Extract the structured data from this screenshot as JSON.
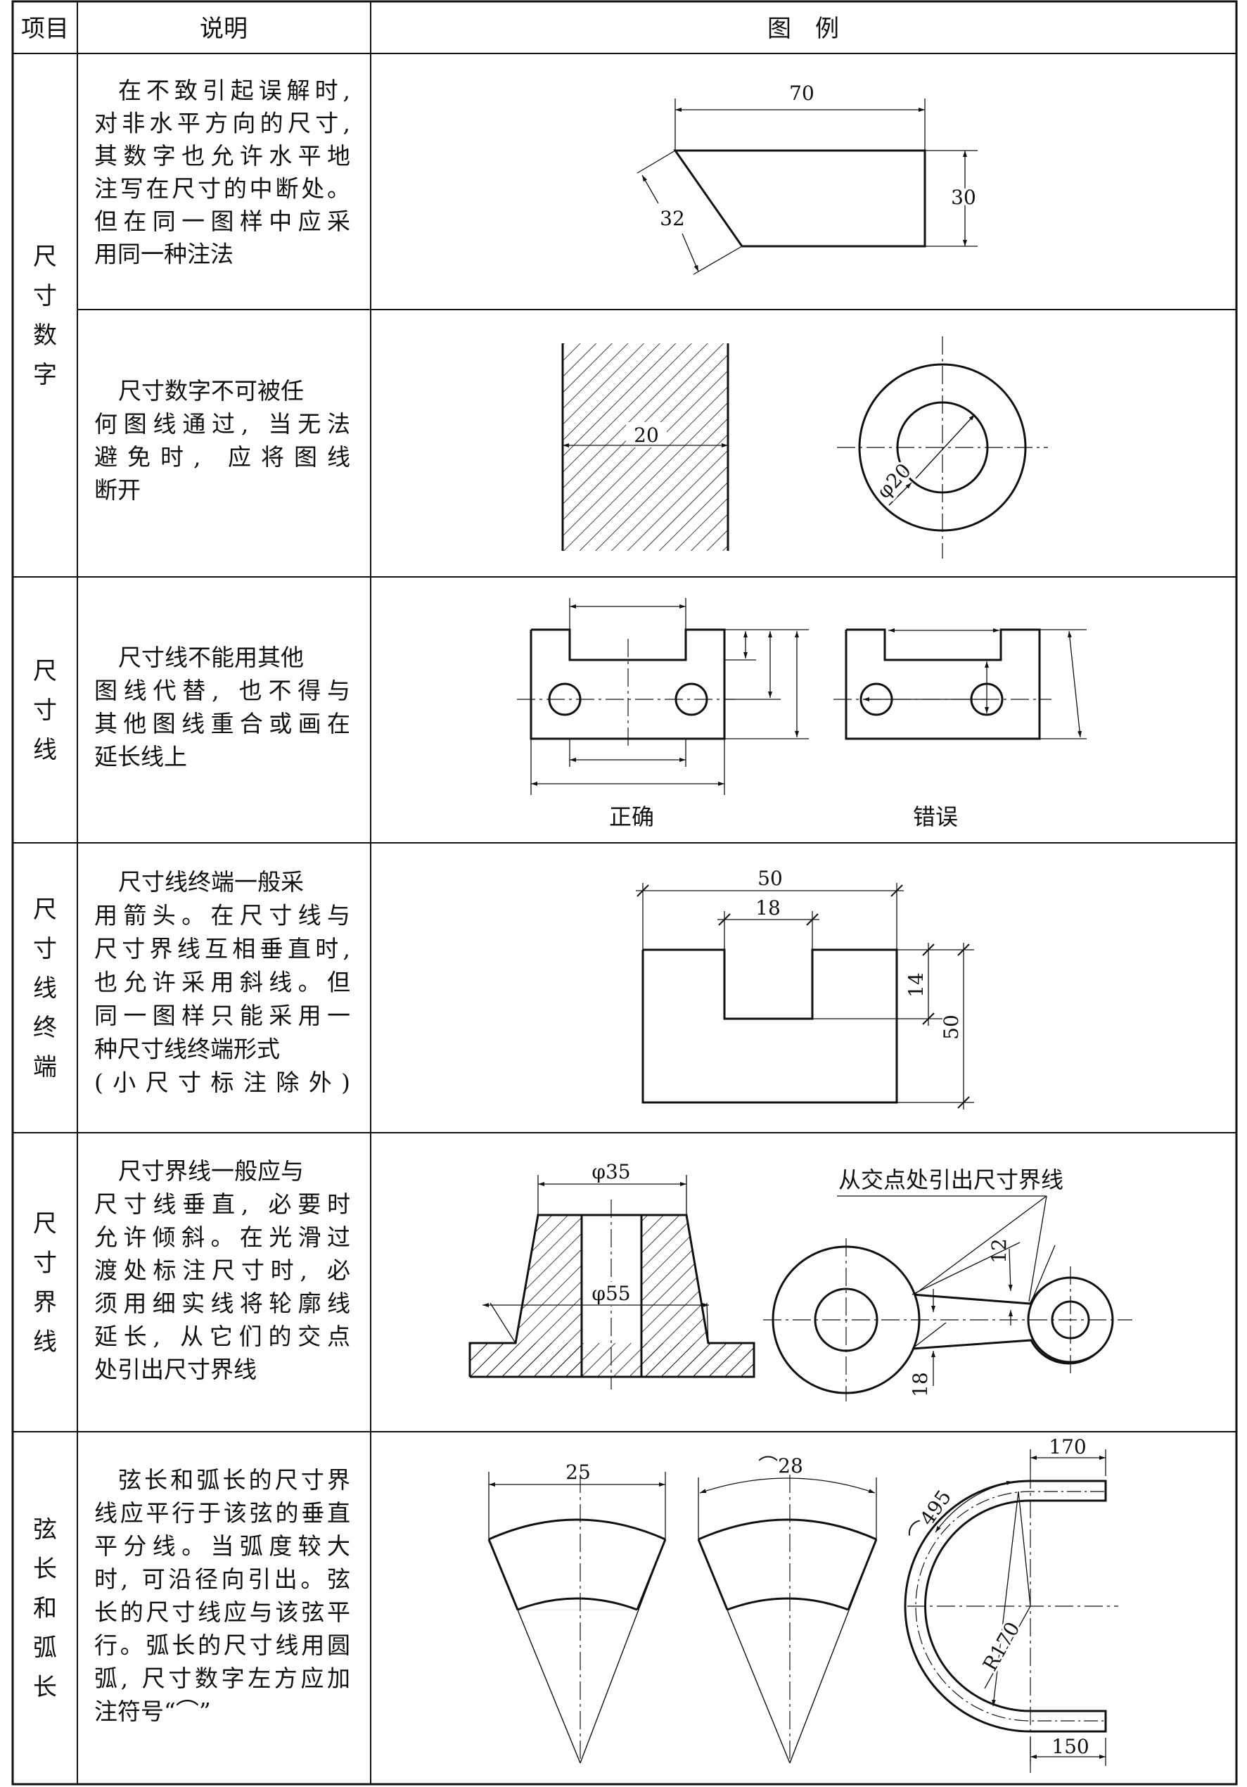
{
  "header": {
    "item": "项目",
    "desc": "说明",
    "example": "图　例"
  },
  "rows": [
    {
      "item": "",
      "desc": [
        "在不致引起误解时,",
        "对非水平方向的尺寸,",
        "其数字也允许水平地",
        "注写在尺寸的中断处。",
        "但在同一图样中应采",
        "用同一种注法"
      ],
      "dims": [
        "70",
        "30",
        "32"
      ]
    },
    {
      "item": "",
      "desc": [
        "尺寸数字不可被任",
        "何图线通过, 当无法",
        "避免时, 应将图线",
        "断开"
      ],
      "dims": [
        "20",
        "φ20"
      ]
    },
    {
      "item": "尺寸线",
      "desc": [
        "尺寸线不能用其他",
        "图线代替, 也不得与",
        "其他图线重合或画在",
        "延长线上"
      ],
      "captions": [
        "正确",
        "错误"
      ]
    },
    {
      "item": "尺寸线终端",
      "desc": [
        "尺寸线终端一般采",
        "用箭头。在尺寸线与",
        "尺寸界线互相垂直时,",
        "也允许采用斜线。但",
        "同一图样只能采用一",
        "种尺寸线终端形式",
        "(小尺寸标注除外)"
      ],
      "dims": [
        "50",
        "18",
        "14",
        "50"
      ]
    },
    {
      "item": "尺寸界线",
      "desc": [
        "尺寸界线一般应与",
        "尺寸线垂直, 必要时",
        "允许倾斜。在光滑过",
        "渡处标注尺寸时, 必",
        "须用细实线将轮廓线",
        "延长, 从它们的交点",
        "处引出尺寸界线"
      ],
      "dims": [
        "φ35",
        "φ55",
        "12",
        "18"
      ],
      "note": "从交点处引出尺寸界线"
    },
    {
      "item": "弦长和弧长",
      "desc": [
        "弦长和弧长的尺寸界",
        "线应平行于该弦的垂直",
        "平分线。当弧度较大",
        "时, 可沿径向引出。弦",
        "长的尺寸线应与该弦平",
        "行。弧长的尺寸线用圆",
        "弧, 尺寸数字左方应加",
        "注符号“⌒”"
      ],
      "dims": [
        "25",
        "⌒28",
        "170",
        "⌒495",
        "R170",
        "150"
      ]
    }
  ],
  "merged_item": "尺寸数字"
}
